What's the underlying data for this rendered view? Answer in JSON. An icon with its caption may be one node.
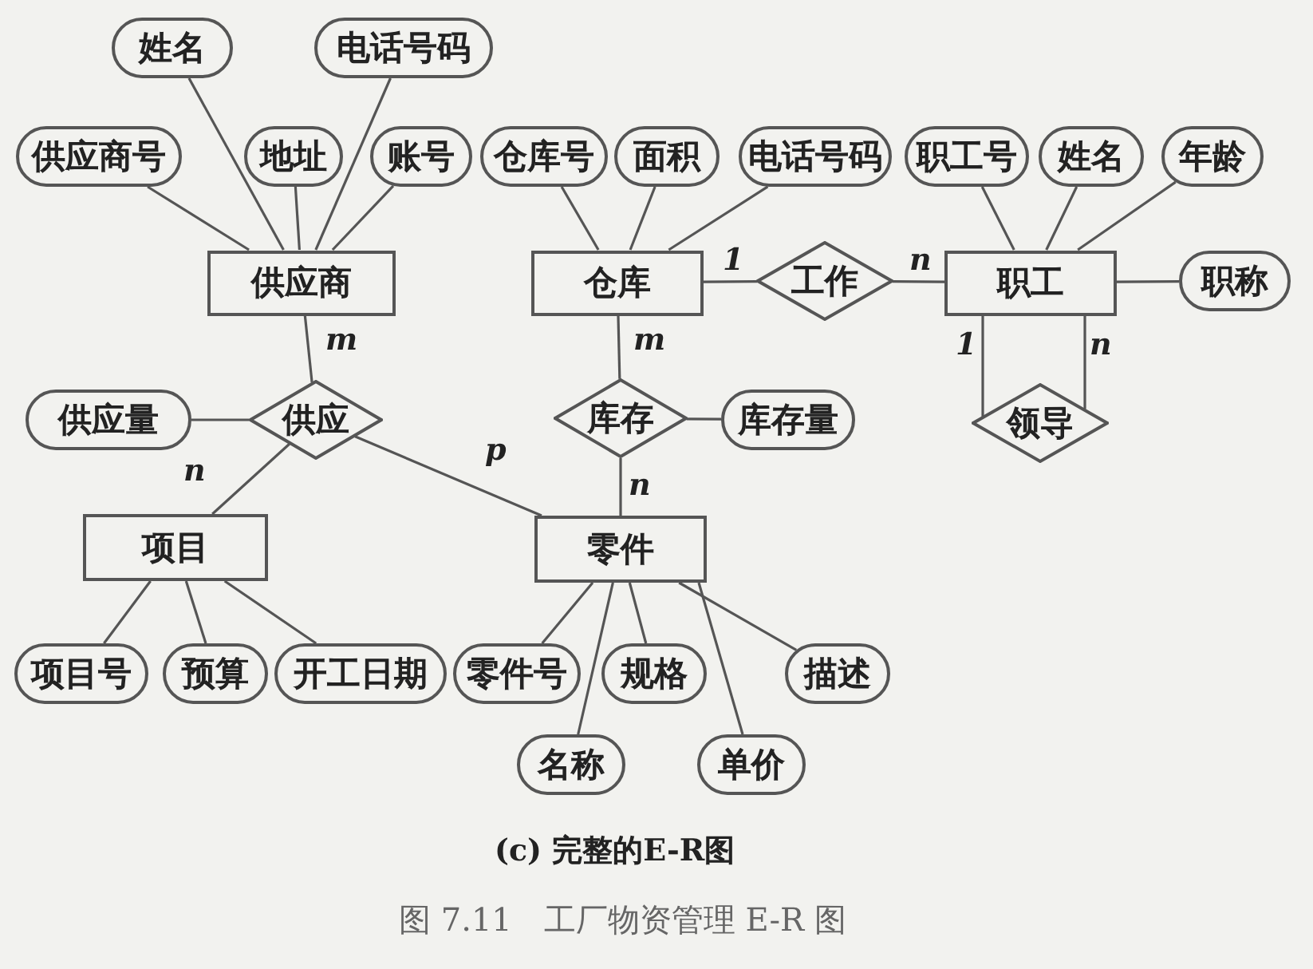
{
  "diagram": {
    "caption": "图 7.11　工厂物资管理 E-R 图",
    "nodes": [
      {
        "text": [
          "姓名"
        ]
      },
      {
        "text": [
          "电话号码"
        ]
      },
      {
        "text": [
          "供应商号"
        ]
      },
      {
        "text": [
          "地址"
        ]
      },
      {
        "text": [
          "账号"
        ]
      },
      {
        "text": [
          "仓库号"
        ]
      },
      {
        "text": [
          "面积"
        ]
      },
      {
        "text": [
          "电话号码"
        ]
      },
      {
        "text": [
          "职工号"
        ]
      },
      {
        "text": [
          "姓名"
        ]
      },
      {
        "text": [
          "年龄"
        ]
      },
      {
        "text": [
          "供应商"
        ]
      },
      {
        "text": [
          "仓库"
        ]
      },
      {
        "text": [
          "工作"
        ]
      },
      {
        "text": [
          "职工"
        ]
      },
      {
        "text": [
          "职称"
        ]
      },
      {
        "text": [
          "供应量"
        ]
      },
      {
        "text": [
          "供应"
        ]
      },
      {
        "text": [
          "库存"
        ]
      },
      {
        "text": [
          "库存量"
        ]
      },
      {
        "text": [
          "领导"
        ]
      },
      {
        "text": [
          "项目"
        ]
      },
      {
        "text": [
          "零件"
        ]
      },
      {
        "text": [
          "项目号"
        ]
      },
      {
        "text": [
          "预算"
        ]
      },
      {
        "text": [
          "开工日期"
        ]
      },
      {
        "text": [
          "零件号"
        ]
      },
      {
        "text": [
          "规格"
        ]
      },
      {
        "text": [
          "描述"
        ]
      },
      {
        "text": [
          "名称"
        ]
      },
      {
        "text": [
          "单价"
        ]
      }
    ],
    "edges": [
      {
        "from": 11,
        "to": 0,
        "arrow": "none"
      },
      {
        "from": 11,
        "to": 1,
        "arrow": "none"
      },
      {
        "from": 11,
        "to": 2,
        "arrow": "none"
      },
      {
        "from": 11,
        "to": 3,
        "arrow": "none"
      },
      {
        "from": 11,
        "to": 4,
        "arrow": "none"
      },
      {
        "from": 12,
        "to": 5,
        "arrow": "none"
      },
      {
        "from": 12,
        "to": 6,
        "arrow": "none"
      },
      {
        "from": 12,
        "to": 7,
        "arrow": "none"
      },
      {
        "from": 14,
        "to": 8,
        "arrow": "none"
      },
      {
        "from": 14,
        "to": 9,
        "arrow": "none"
      },
      {
        "from": 14,
        "to": 10,
        "arrow": "none"
      },
      {
        "from": 14,
        "to": 15,
        "arrow": "none"
      },
      {
        "from": 12,
        "to": 13,
        "arrow": "none",
        "label": "1"
      },
      {
        "from": 13,
        "to": 14,
        "arrow": "none",
        "label": "n"
      },
      {
        "from": 11,
        "to": 17,
        "arrow": "none",
        "label": "m"
      },
      {
        "from": 17,
        "to": 16,
        "arrow": "none"
      },
      {
        "from": 17,
        "to": 21,
        "arrow": "none",
        "label": "n"
      },
      {
        "from": 17,
        "to": 22,
        "arrow": "none",
        "label": "p"
      },
      {
        "from": 12,
        "to": 18,
        "arrow": "none",
        "label": "m"
      },
      {
        "from": 18,
        "to": 19,
        "arrow": "none"
      },
      {
        "from": 18,
        "to": 22,
        "arrow": "none",
        "label": "n"
      },
      {
        "from": 14,
        "to": 20,
        "arrow": "none",
        "label": "1"
      },
      {
        "from": 14,
        "to": 20,
        "arrow": "none",
        "label": "n"
      },
      {
        "from": 21,
        "to": 23,
        "arrow": "none"
      },
      {
        "from": 21,
        "to": 24,
        "arrow": "none"
      },
      {
        "from": 21,
        "to": 25,
        "arrow": "none"
      },
      {
        "from": 22,
        "to": 26,
        "arrow": "none"
      },
      {
        "from": 22,
        "to": 29,
        "arrow": "none"
      },
      {
        "from": 22,
        "to": 27,
        "arrow": "none"
      },
      {
        "from": 22,
        "to": 30,
        "arrow": "none"
      },
      {
        "from": 22,
        "to": 28,
        "arrow": "none"
      }
    ],
    "labels": [
      "(c) 完整的E-R图"
    ]
  }
}
